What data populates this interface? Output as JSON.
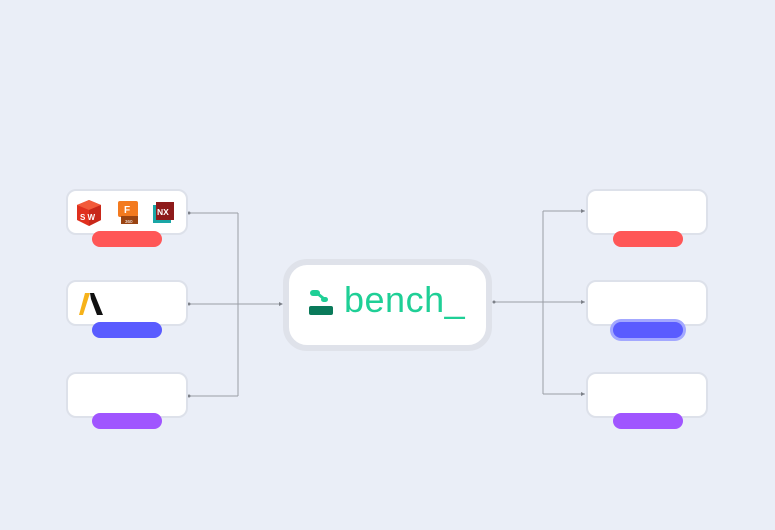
{
  "diagram": {
    "hub": {
      "label": "bench_",
      "color": "#1fcf96",
      "icon": "bench-logo-icon"
    },
    "left_nodes": [
      {
        "icons": [
          "solidworks-icon",
          "fusion-360-icon",
          "siemens-nx-icon"
        ],
        "icon_texts": [
          "S W",
          "F",
          "360",
          "NX"
        ],
        "pill_color": "#ff5757"
      },
      {
        "icons": [
          "onshape-style-logo-icon"
        ],
        "pill_color": "#5a5cff"
      },
      {
        "icons": [],
        "pill_color": "#a055ff"
      }
    ],
    "right_nodes": [
      {
        "pill_color": "#ff5757"
      },
      {
        "pill_color": "#5a5cff",
        "highlighted": true
      },
      {
        "pill_color": "#a055ff"
      }
    ],
    "colors": {
      "background": "#eaeef7",
      "card_border": "#dde1ea",
      "connector": "#9a9ea6"
    }
  }
}
